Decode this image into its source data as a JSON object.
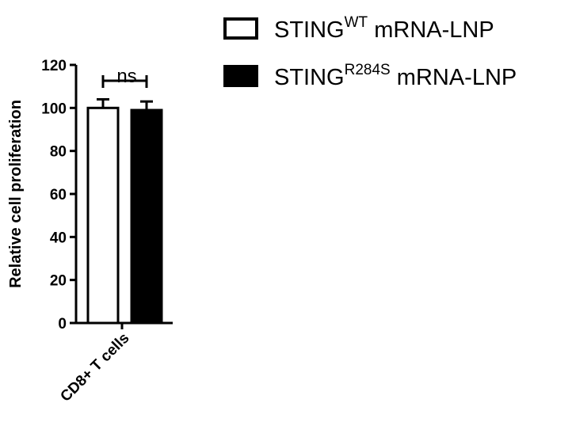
{
  "chart_data": {
    "type": "bar",
    "ylabel": "Relative cell proliferation",
    "ylim": [
      0,
      120
    ],
    "yticks": [
      0,
      20,
      40,
      60,
      80,
      100,
      120
    ],
    "categories": [
      "CD8+ T cells"
    ],
    "series": [
      {
        "name": "STING",
        "sup": "WT",
        "suffix": " mRNA-LNP",
        "color": "#ffffff",
        "values": [
          100
        ],
        "error": [
          4
        ]
      },
      {
        "name": "STING",
        "sup": "R284S",
        "suffix": " mRNA-LNP",
        "color": "#000000",
        "values": [
          99
        ],
        "error": [
          4
        ]
      }
    ],
    "annotation": "ns",
    "legend_position": "top-right"
  }
}
